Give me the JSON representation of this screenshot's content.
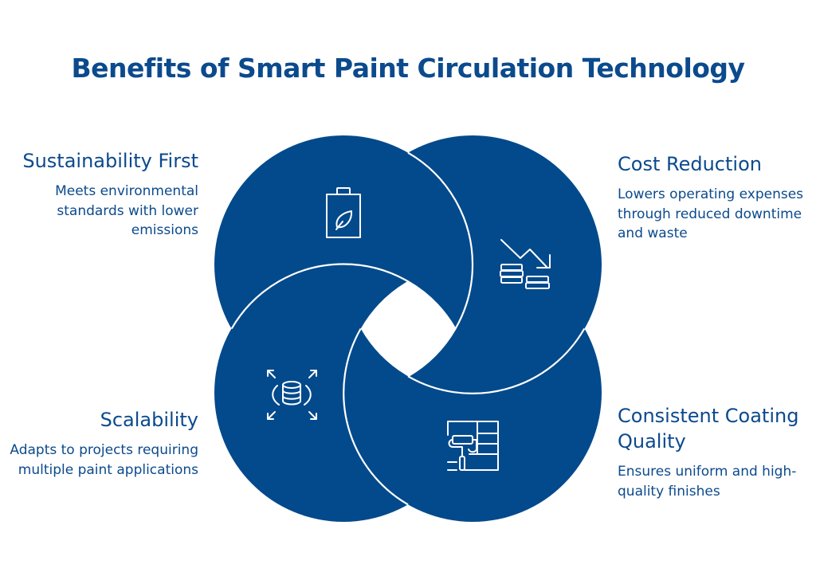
{
  "title": "Benefits of Smart Paint Circulation Technology",
  "colors": {
    "circle": "#034a8c",
    "text": "#0b4a8d",
    "stroke": "#ffffff"
  },
  "items": [
    {
      "heading": "Sustainability First",
      "description": "Meets environmental standards with lower emissions",
      "icon": "battery-leaf-icon"
    },
    {
      "heading": "Cost Reduction",
      "description": "Lowers operating expenses through reduced downtime and waste",
      "icon": "coins-down-trend-icon"
    },
    {
      "heading": "Scalability",
      "description": "Adapts to projects requiring multiple paint applications",
      "icon": "database-expand-icon"
    },
    {
      "heading": "Consistent Coating Quality",
      "description": "Ensures uniform and high-quality finishes",
      "icon": "paint-roller-wall-icon"
    }
  ]
}
